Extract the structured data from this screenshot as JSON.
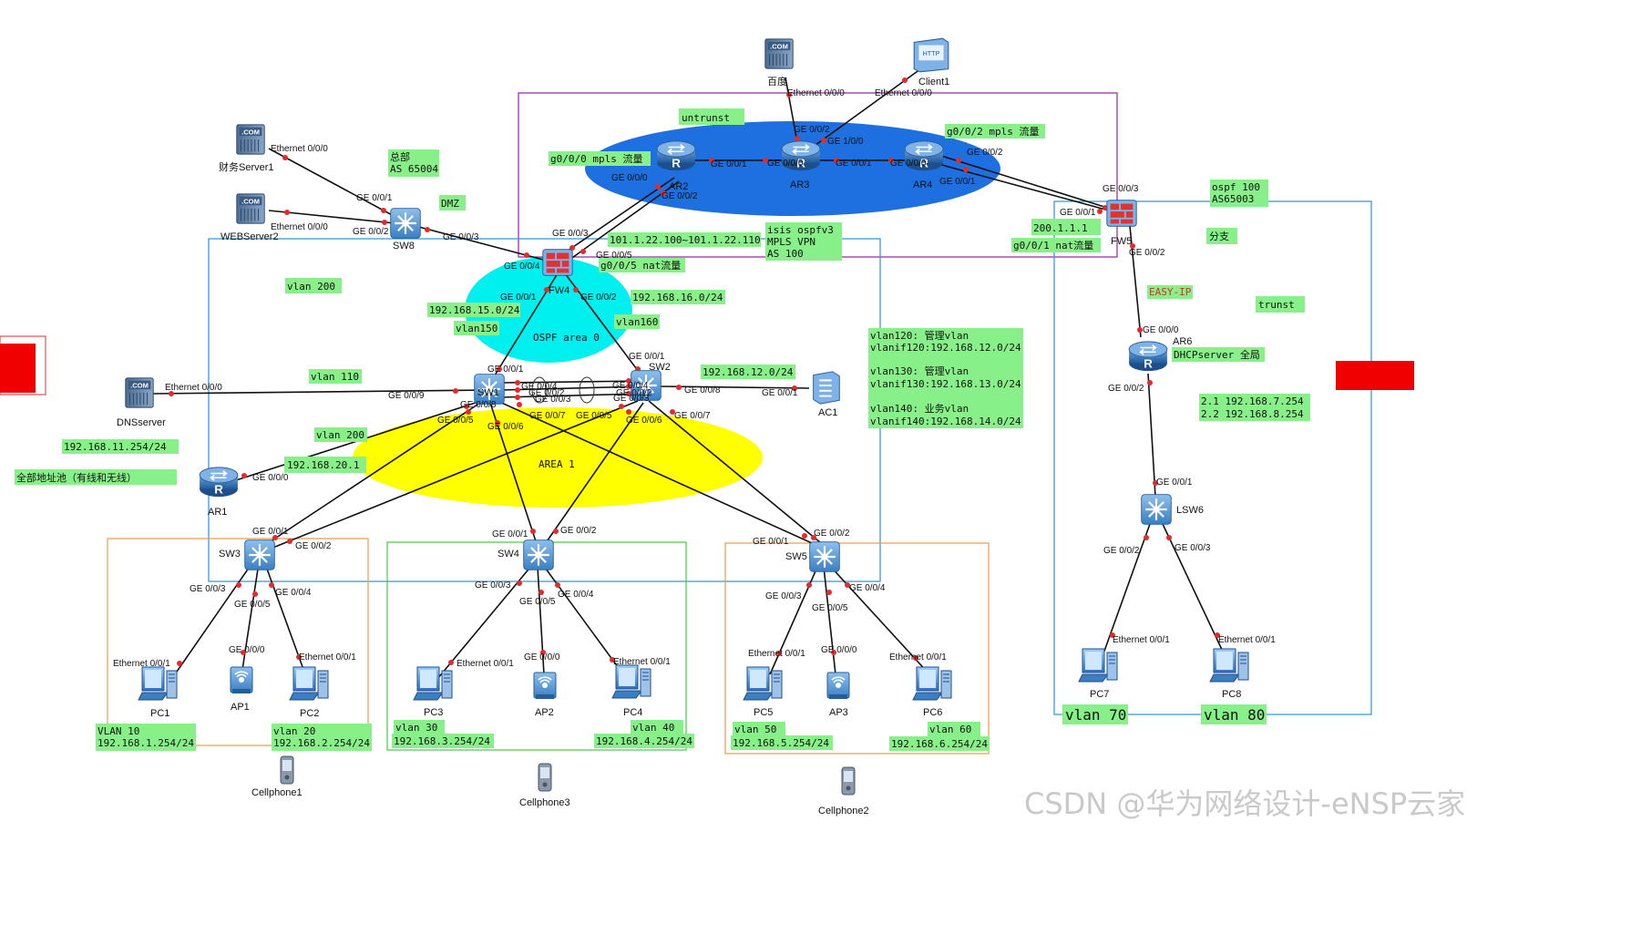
{
  "watermark": "CSDN @华为网络设计-eNSP云家",
  "colors": {
    "untrust_zone": "#1e6fe0",
    "ospf_area0": "#00f0f0",
    "area1": "#ffff00",
    "note_bg": "#88f088",
    "red_block": "#f00000",
    "dmz_box": "#9a2fa8",
    "hq_box": "#3a9ad9",
    "branch_box": "#3a9ad9",
    "access_box_orange": "#f0a050",
    "access_box_green": "#50d050"
  },
  "devices": {
    "baidu": "百度",
    "client1": "Client1",
    "finance": "财务Server1",
    "web": "WEBServer2",
    "sw8": "SW8",
    "ar2": "AR2",
    "ar3": "AR3",
    "ar4": "AR4",
    "fw4": "FW4",
    "fw5": "FW5",
    "dns": "DNSserver",
    "sw1": "SW1",
    "sw2": "SW2",
    "ac1": "AC1",
    "ar1": "AR1",
    "ar6": "AR6",
    "lsw6": "LSW6",
    "sw3": "SW3",
    "sw4": "SW4",
    "sw5": "SW5",
    "pc1": "PC1",
    "pc2": "PC2",
    "pc3": "PC3",
    "pc4": "PC4",
    "pc5": "PC5",
    "pc6": "PC6",
    "pc7": "PC7",
    "pc8": "PC8",
    "ap1": "AP1",
    "ap2": "AP2",
    "ap3": "AP3",
    "cell1": "Cellphone1",
    "cell3": "Cellphone3",
    "cell2": "Cellphone2"
  },
  "icon_texts": {
    "com": ".COM",
    "http": "HTTP",
    "router": "R"
  },
  "ports": {
    "baidu_eth": "Ethernet 0/0/0",
    "client_eth": "Ethernet 0/0/0",
    "finance_eth": "Ethernet 0/0/0",
    "web_eth": "Ethernet 0/0/0",
    "sw8_g1": "GE 0/0/1",
    "sw8_g2": "GE 0/0/2",
    "sw8_g3": "GE 0/0/3",
    "ar3_g2": "GE 0/0/2",
    "ar3_g100": "GE 1/0/0",
    "ar2_g1": "GE 0/0/1",
    "ar3_g0": "GE 0/0/0",
    "ar3_g1": "GE 0/0/1",
    "ar4_g0": "GE 0/0/0",
    "ar4_g2": "GE 0/0/2",
    "ar4_g1": "GE 0/0/1",
    "ar2_g0": "GE 0/0/0",
    "ar2_g2": "GE 0/0/2",
    "fw5_g3": "GE 0/0/3",
    "fw5_g1": "GE 0/0/1",
    "fw5_g2": "GE 0/0/2",
    "fw4_g3": "GE 0/0/3",
    "fw4_g5": "GE 0/0/5",
    "fw4_g4": "GE 0/0/4",
    "fw4_g1": "GE 0/0/1",
    "fw4_g2": "GE 0/0/2",
    "sw1_g1": "GE 0/0/1",
    "sw2_g1": "GE 0/0/1",
    "dns_eth": "Ethernet 0/0/0",
    "sw1_g9": "GE 0/0/9",
    "sw1_g4": "GE 0/0/4",
    "sw1_g2": "GE 0/0/2",
    "sw1_g3": "GE 0/0/3",
    "sw2_g4": "GE 0/0/4",
    "sw2_g2": "GE 0/0/2",
    "sw2_g3": "GE 0/0/3",
    "sw1_g8": "GE 0/0/8",
    "sw1_g5": "GE 0/0/5",
    "sw1_g6": "GE 0/0/6",
    "sw1_g7": "GE 0/0/7",
    "sw2_g5": "GE 0/0/5",
    "sw2_g6": "GE 0/0/6",
    "sw2_g7": "GE 0/0/7",
    "sw2_g8": "GE 0/0/8",
    "ac1_g1": "GE 0/0/1",
    "ar1_g0": "GE 0/0/0",
    "sw3_g1": "GE 0/0/1",
    "sw3_g2": "GE 0/0/2",
    "sw3_g3": "GE 0/0/3",
    "sw3_g5": "GE 0/0/5",
    "sw3_g4": "GE 0/0/4",
    "sw4_g1": "GE 0/0/1",
    "sw4_g2": "GE 0/0/2",
    "sw4_g3": "GE 0/0/3",
    "sw4_g5": "GE 0/0/5",
    "sw4_g4": "GE 0/0/4",
    "sw5_g1": "GE 0/0/1",
    "sw5_g2": "GE 0/0/2",
    "sw5_g3": "GE 0/0/3",
    "sw5_g5": "GE 0/0/5",
    "sw5_g4": "GE 0/0/4",
    "pc1_eth": "Ethernet 0/0/1",
    "ap1_g": "GE 0/0/0",
    "pc2_eth": "Ethernet 0/0/1",
    "pc3_eth": "Ethernet 0/0/1",
    "ap2_g": "GE 0/0/0",
    "pc4_eth": "Ethernet 0/0/1",
    "pc5_eth": "Ethernet 0/0/1",
    "ap3_g": "GE 0/0/0",
    "pc6_eth": "Ethernet 0/0/1",
    "ar6_g0": "GE 0/0/0",
    "ar6_g2": "GE 0/0/2",
    "lsw6_g1": "GE 0/0/1",
    "lsw6_g2": "GE 0/0/2",
    "lsw6_g3": "GE 0/0/3",
    "pc7_eth": "Ethernet 0/0/1",
    "pc8_eth": "Ethernet 0/0/1"
  },
  "notes": {
    "untrunst": "untrunst",
    "mpls_ar2": "g0/0/0 mpls 流量",
    "mpls_ar4": "g0/0/2 mpls 流量",
    "hq": "总部",
    "hq_as": "AS 65004",
    "dmz": "DMZ",
    "pool": "101.1.22.100~101.1.22.110",
    "nat5": "g0/0/5 nat流量",
    "isis_1": "isis  ospfv3",
    "isis_2": "MPLS  VPN",
    "isis_3": "AS 100",
    "ip200": "200.1.1.1",
    "nat1": "g0/0/1 nat流量",
    "ospf100_1": "ospf  100",
    "ospf100_2": "AS65003",
    "branch": "分支",
    "easyip": "EASY-IP",
    "trunst": "trunst",
    "dhcp": "DHCPserver 全局",
    "pool21": "2.1  192.168.7.254",
    "pool22": "2.2  192.168.8.254",
    "vlan200a": "vlan 200",
    "net15": "192.168.15.0/24",
    "vlan150": "vlan150",
    "net16": "192.168.16.0/24",
    "vlan160": "vlan160",
    "ospf0": "OSPF area 0",
    "vlan110": "vlan 110",
    "net12": "192.168.12.0/24",
    "mg1": "vlan120: 管理vlan",
    "mg2": "vlanif120:192.168.12.0/24",
    "mg3": "vlan130: 管理vlan",
    "mg4": "vlanif130:192.168.13.0/24",
    "mg5": "vlan140: 业务vlan",
    "mg6": "vlanif140:192.168.14.0/24",
    "vlan200b": "vlan 200",
    "net11": "192.168.11.254/24",
    "ip20": "192.168.20.1",
    "allpool": "全部地址池（有线和无线）",
    "area1": "AREA  1",
    "v10a": "VLAN 10",
    "v10b": "192.168.1.254/24",
    "v20a": "vlan  20",
    "v20b": "192.168.2.254/24",
    "v30a": "vlan 30",
    "v30b": "192.168.3.254/24",
    "v40a": "vlan  40",
    "v40b": "192.168.4.254/24",
    "v50a": "vlan 50",
    "v50b": "192.168.5.254/24",
    "v60a": "vlan 60",
    "v60b": "192.168.6.254/24",
    "v70": "vlan 70",
    "v80": "vlan 80"
  }
}
